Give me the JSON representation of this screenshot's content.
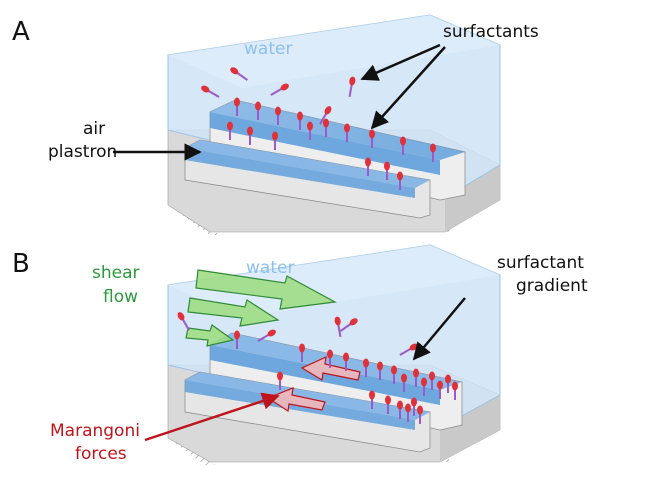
{
  "figure": {
    "panel_a": {
      "letter": "A",
      "water_label": "water",
      "surfactants_label": "surfactants",
      "air_label": "air",
      "plastron_label": "plastron"
    },
    "panel_b": {
      "letter": "B",
      "water_label": "water",
      "shear_label": "shear",
      "flow_label": "flow",
      "gradient_label_1": "surfactant",
      "gradient_label_2": "gradient",
      "marangoni_label": "Marangoni",
      "forces_label": "forces"
    }
  },
  "colors": {
    "water": "#cfe3f6",
    "water_edge": "#9ec3e6",
    "interface": "#5f9fdc",
    "solid_top": "#eeeeee",
    "solid_side": "#c9c9c9",
    "text_dark": "#111111",
    "water_text": "#8cc0ec",
    "shear_text": "#2a9a3c",
    "shear_arrow": "#9bdc7c",
    "shear_arrow_edge": "#2f8a35",
    "marangoni_text": "#c0141c",
    "marangoni_arrow": "#f2b8b8",
    "surfactant_head": "#e0303a",
    "surfactant_tail": "#9b59c9"
  },
  "icons": [
    "surfactant-molecule-icon",
    "shear-arrow-icon",
    "marangoni-arrow-icon",
    "hatch-pattern"
  ]
}
